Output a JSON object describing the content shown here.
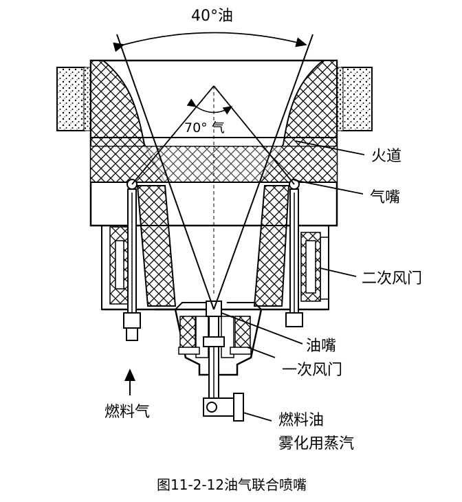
{
  "diagram": {
    "angle_oil": "40°油",
    "angle_gas": "70° 气",
    "labels": {
      "fire_channel": "火道",
      "gas_nozzle": "气嘴",
      "secondary_damper": "二次风门",
      "oil_nozzle": "油嘴",
      "primary_damper": "一次风门",
      "fuel_gas": "燃料气",
      "fuel_oil": "燃料油",
      "atomizing_steam": "雾化用蒸汽"
    },
    "caption": "图11-2-12油气联合喷嘴"
  }
}
